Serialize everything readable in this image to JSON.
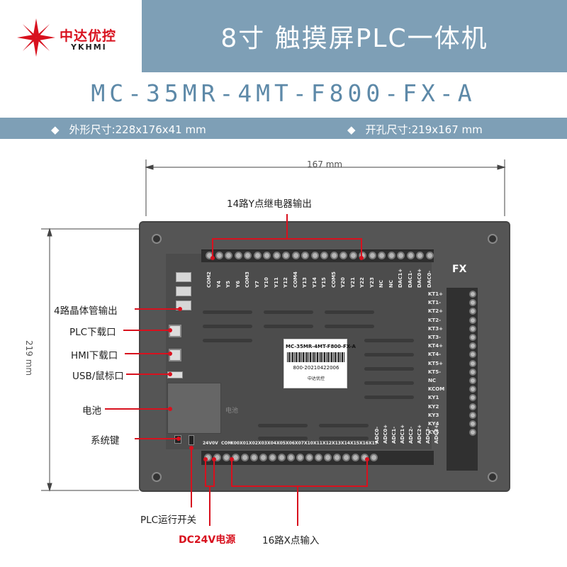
{
  "brand": {
    "name_cn": "中达优控",
    "name_en": "YKHMI",
    "color": "#d8111e"
  },
  "header": {
    "title": "8寸  触摸屏PLC一体机",
    "bg": "#7e9fb6"
  },
  "model": "MC-35MR-4MT-F800-FX-A",
  "dims": {
    "outline": "外形尺寸:228x176x41 mm",
    "cutout": "开孔尺寸:219x167 mm",
    "bullet": "◆"
  },
  "measure": {
    "width": "167 mm",
    "height": "219 mm"
  },
  "callouts": {
    "relay_out": "14路Y点继电器输出",
    "transistor_out": "4路晶体管输出",
    "plc_download": "PLC下载口",
    "hmi_download": "HMI下载口",
    "usb_mouse": "USB/鼠标口",
    "battery": "电池",
    "sys_key": "系统键",
    "plc_run_switch": "PLC运行开关",
    "dc24v": "DC24V电源",
    "x_inputs": "16路X点输入"
  },
  "board": {
    "fx_label": "FX",
    "sticker_model": "MC-35MR-4MT-F800-FX-A",
    "sticker_serial": "800-20210422006",
    "sticker_brand": "中达优控",
    "top_labels": [
      "COM2",
      "Y4",
      "Y5",
      "Y6",
      "COM3",
      "Y7",
      "Y10",
      "Y11",
      "Y12",
      "COM4",
      "Y13",
      "Y14",
      "Y15",
      "COM5",
      "Y20",
      "Y21",
      "Y22",
      "Y23",
      "NC",
      "NC",
      "DAC1+",
      "DAC1-",
      "DAC0+",
      "DAC0-"
    ],
    "bottom_labels": [
      "24V",
      "0V",
      "COM",
      "X00",
      "X01",
      "X02",
      "X03",
      "X04",
      "X05",
      "X06",
      "X07",
      "X10",
      "X11",
      "X12",
      "X13",
      "X14",
      "X15",
      "X16",
      "X17"
    ],
    "adc_labels": [
      "ADC0-",
      "ADC0+",
      "ADC1-",
      "ADC1+",
      "ADC2-",
      "ADC2+",
      "ADC3-",
      "ADC3+"
    ],
    "right_labels": [
      "KT1+",
      "KT1-",
      "KT2+",
      "KT2-",
      "KT3+",
      "KT3-",
      "KT4+",
      "KT4-",
      "KT5+",
      "KT5-",
      "NC",
      "KCOM",
      "KY1",
      "KY2",
      "KY3",
      "KY4",
      "KY5"
    ],
    "battery_label": "电池"
  }
}
